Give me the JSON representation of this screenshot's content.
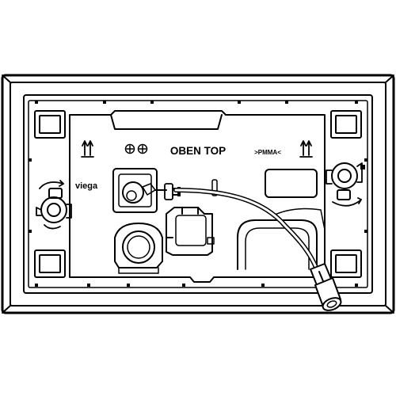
{
  "labels": {
    "oben_top": "OBEN TOP",
    "pmma": ">PMMA<",
    "brand": "viega"
  },
  "icons": [
    "up-arrow-icon",
    "up-arrow-icon",
    "recycle-symbol-icon",
    "recycle-symbol-icon"
  ],
  "colors": {
    "line": "#000000",
    "background": "#ffffff"
  }
}
